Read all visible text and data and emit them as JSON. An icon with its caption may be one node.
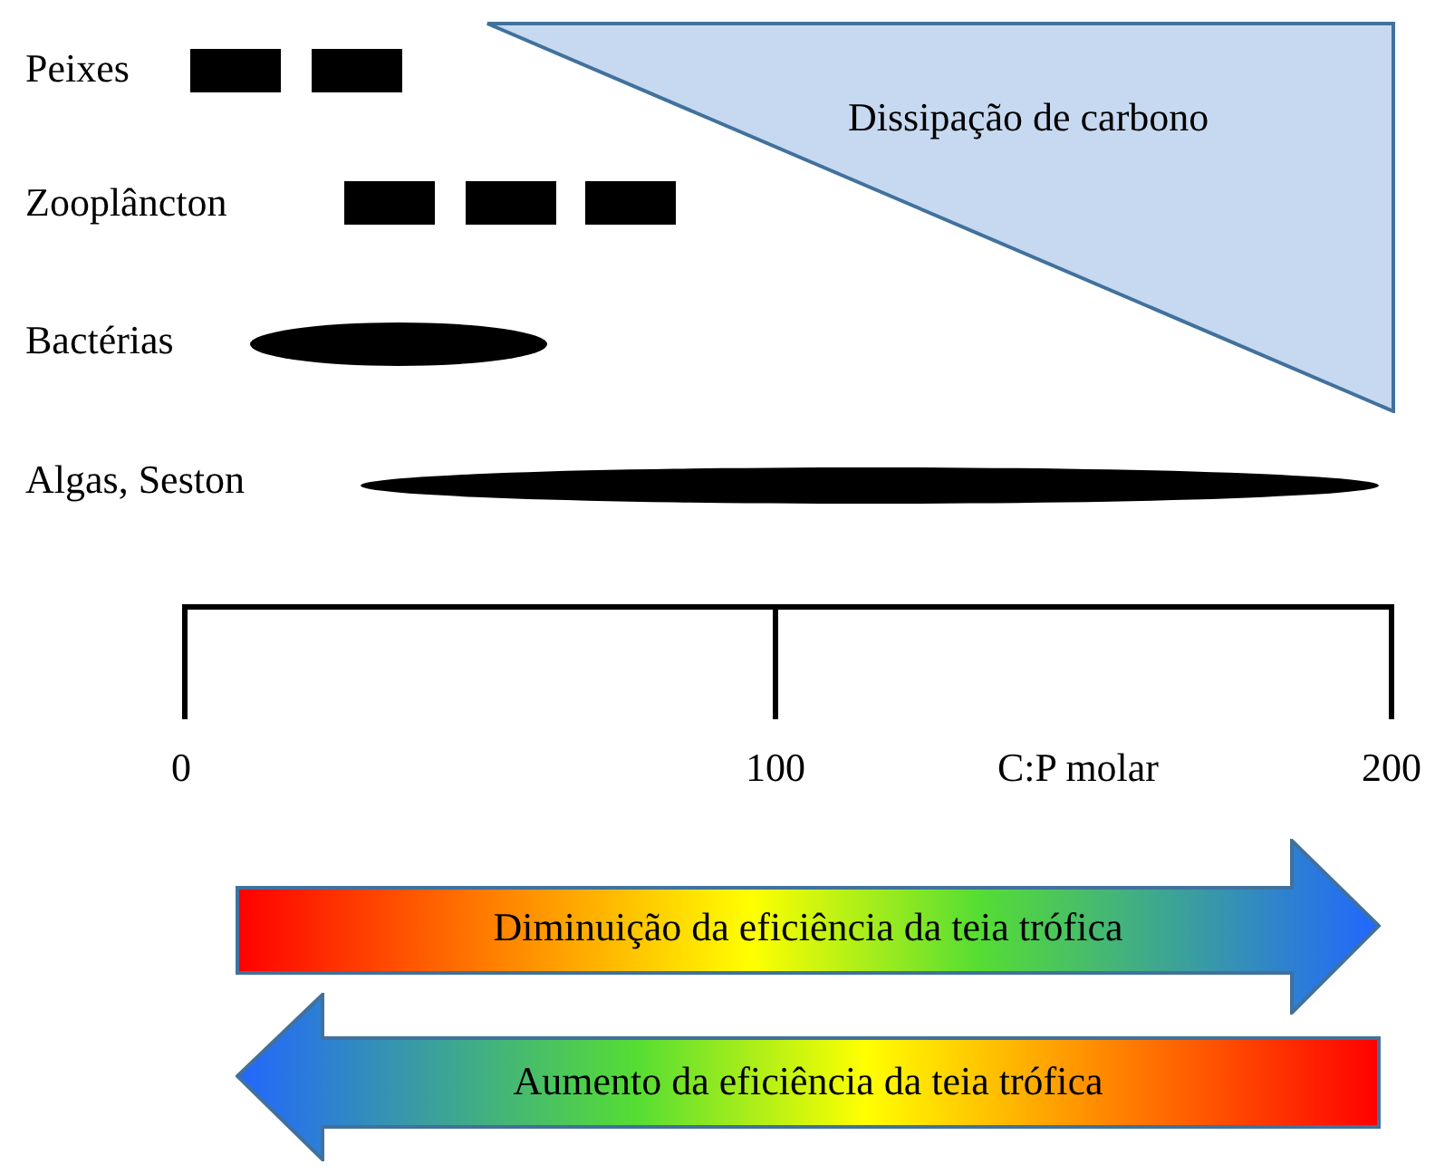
{
  "diagram": {
    "nodes": [
      {
        "text": [
          "Dissipação de carbono"
        ]
      },
      {
        "text": [
          "Diminuição da eficiência da teia trófica"
        ]
      },
      {
        "text": [
          "Aumento da eficiência da teia trófica"
        ]
      }
    ],
    "edges": [],
    "labels": [
      "Peixes",
      "Zooplâncton",
      "Bactérias",
      "Algas, Seston",
      "0",
      "100",
      "C:P molar",
      "200"
    ]
  }
}
